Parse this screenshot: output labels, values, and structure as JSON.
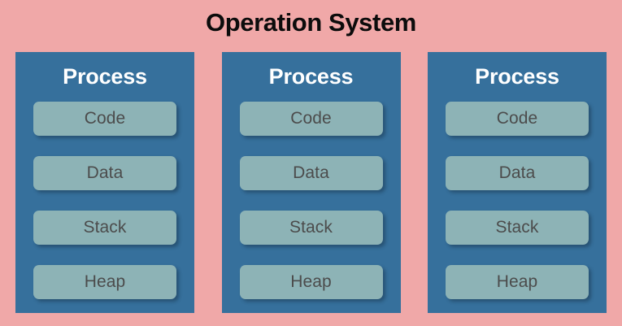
{
  "diagram": {
    "title": "Operation System",
    "background_color": "#F0A8A8",
    "title_color": "#0C0C0C",
    "process_box_color": "#36709C",
    "segment_box_color": "#8DB3B6",
    "segment_text_color": "#4C4C4C",
    "process_title_color": "#FFFFFF",
    "processes": [
      {
        "title": "Process",
        "segments": [
          {
            "label": "Code"
          },
          {
            "label": "Data"
          },
          {
            "label": "Stack"
          },
          {
            "label": "Heap"
          }
        ]
      },
      {
        "title": "Process",
        "segments": [
          {
            "label": "Code"
          },
          {
            "label": "Data"
          },
          {
            "label": "Stack"
          },
          {
            "label": "Heap"
          }
        ]
      },
      {
        "title": "Process",
        "segments": [
          {
            "label": "Code"
          },
          {
            "label": "Data"
          },
          {
            "label": "Stack"
          },
          {
            "label": "Heap"
          }
        ]
      }
    ]
  }
}
